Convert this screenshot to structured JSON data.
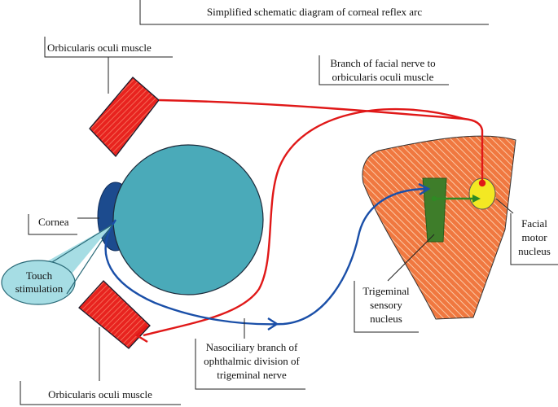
{
  "title": "Simplified schematic diagram of corneal reflex arc",
  "labels": {
    "upper_muscle": "Orbicularis oculi muscle",
    "lower_muscle": "Orbicularis oculi muscle",
    "facial_branch_line1": "Branch of facial nerve to",
    "facial_branch_line2": "orbicularis oculi muscle",
    "cornea": "Cornea",
    "touch_line1": "Touch",
    "touch_line2": "stimulation",
    "naso_line1": "Nasociliary branch of",
    "naso_line2": "ophthalmic division of",
    "naso_line3": "trigeminal nerve",
    "trig_line1": "Trigeminal",
    "trig_line2": "sensory",
    "trig_line3": "nucleus",
    "facial_line1": "Facial",
    "facial_line2": "motor",
    "facial_line3": "nucleus"
  },
  "colors": {
    "muscle_red": "#e8231f",
    "eyeball": "#4aaab9",
    "cornea": "#1c4b8e",
    "efferent_nerve": "#e01818",
    "afferent_nerve": "#1a4fa8",
    "brainstem": "#f07840",
    "sensory_nucleus": "#3e7d2a",
    "motor_nucleus": "#f3e823",
    "touch_bubble": "#a6dde4"
  }
}
